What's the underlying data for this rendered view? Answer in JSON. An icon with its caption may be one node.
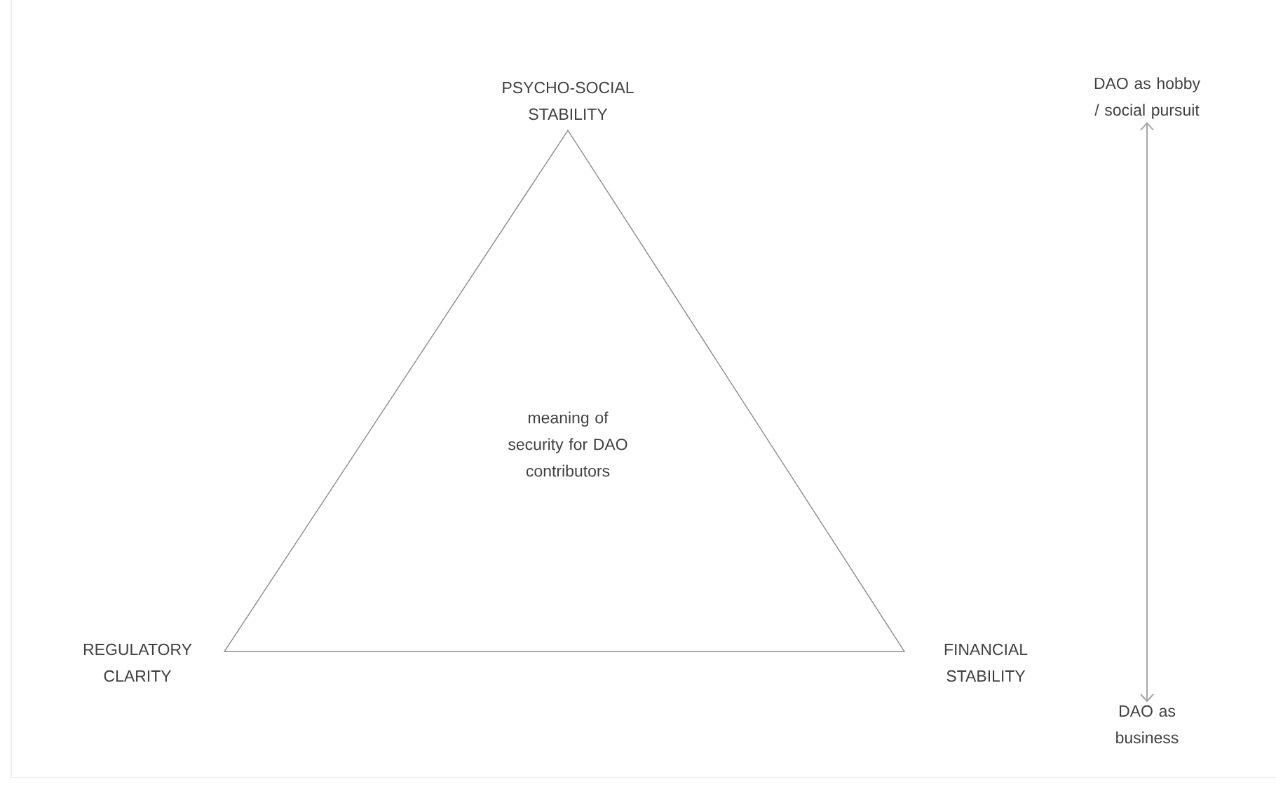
{
  "diagram": {
    "nodes": [
      {
        "text": [
          "meaning of security for DAO contributors"
        ]
      },
      {
        "text": [
          "DAO as hobby / social pursuit"
        ]
      },
      {
        "text": [
          "DAO as business"
        ]
      }
    ],
    "edges": [
      {
        "from": 1,
        "to": 2,
        "arrow": "both"
      }
    ],
    "labels": [
      "PSYCHO-SOCIAL STABILITY",
      "REGULATORY CLARITY",
      "FINANCIAL STABILITY"
    ]
  }
}
